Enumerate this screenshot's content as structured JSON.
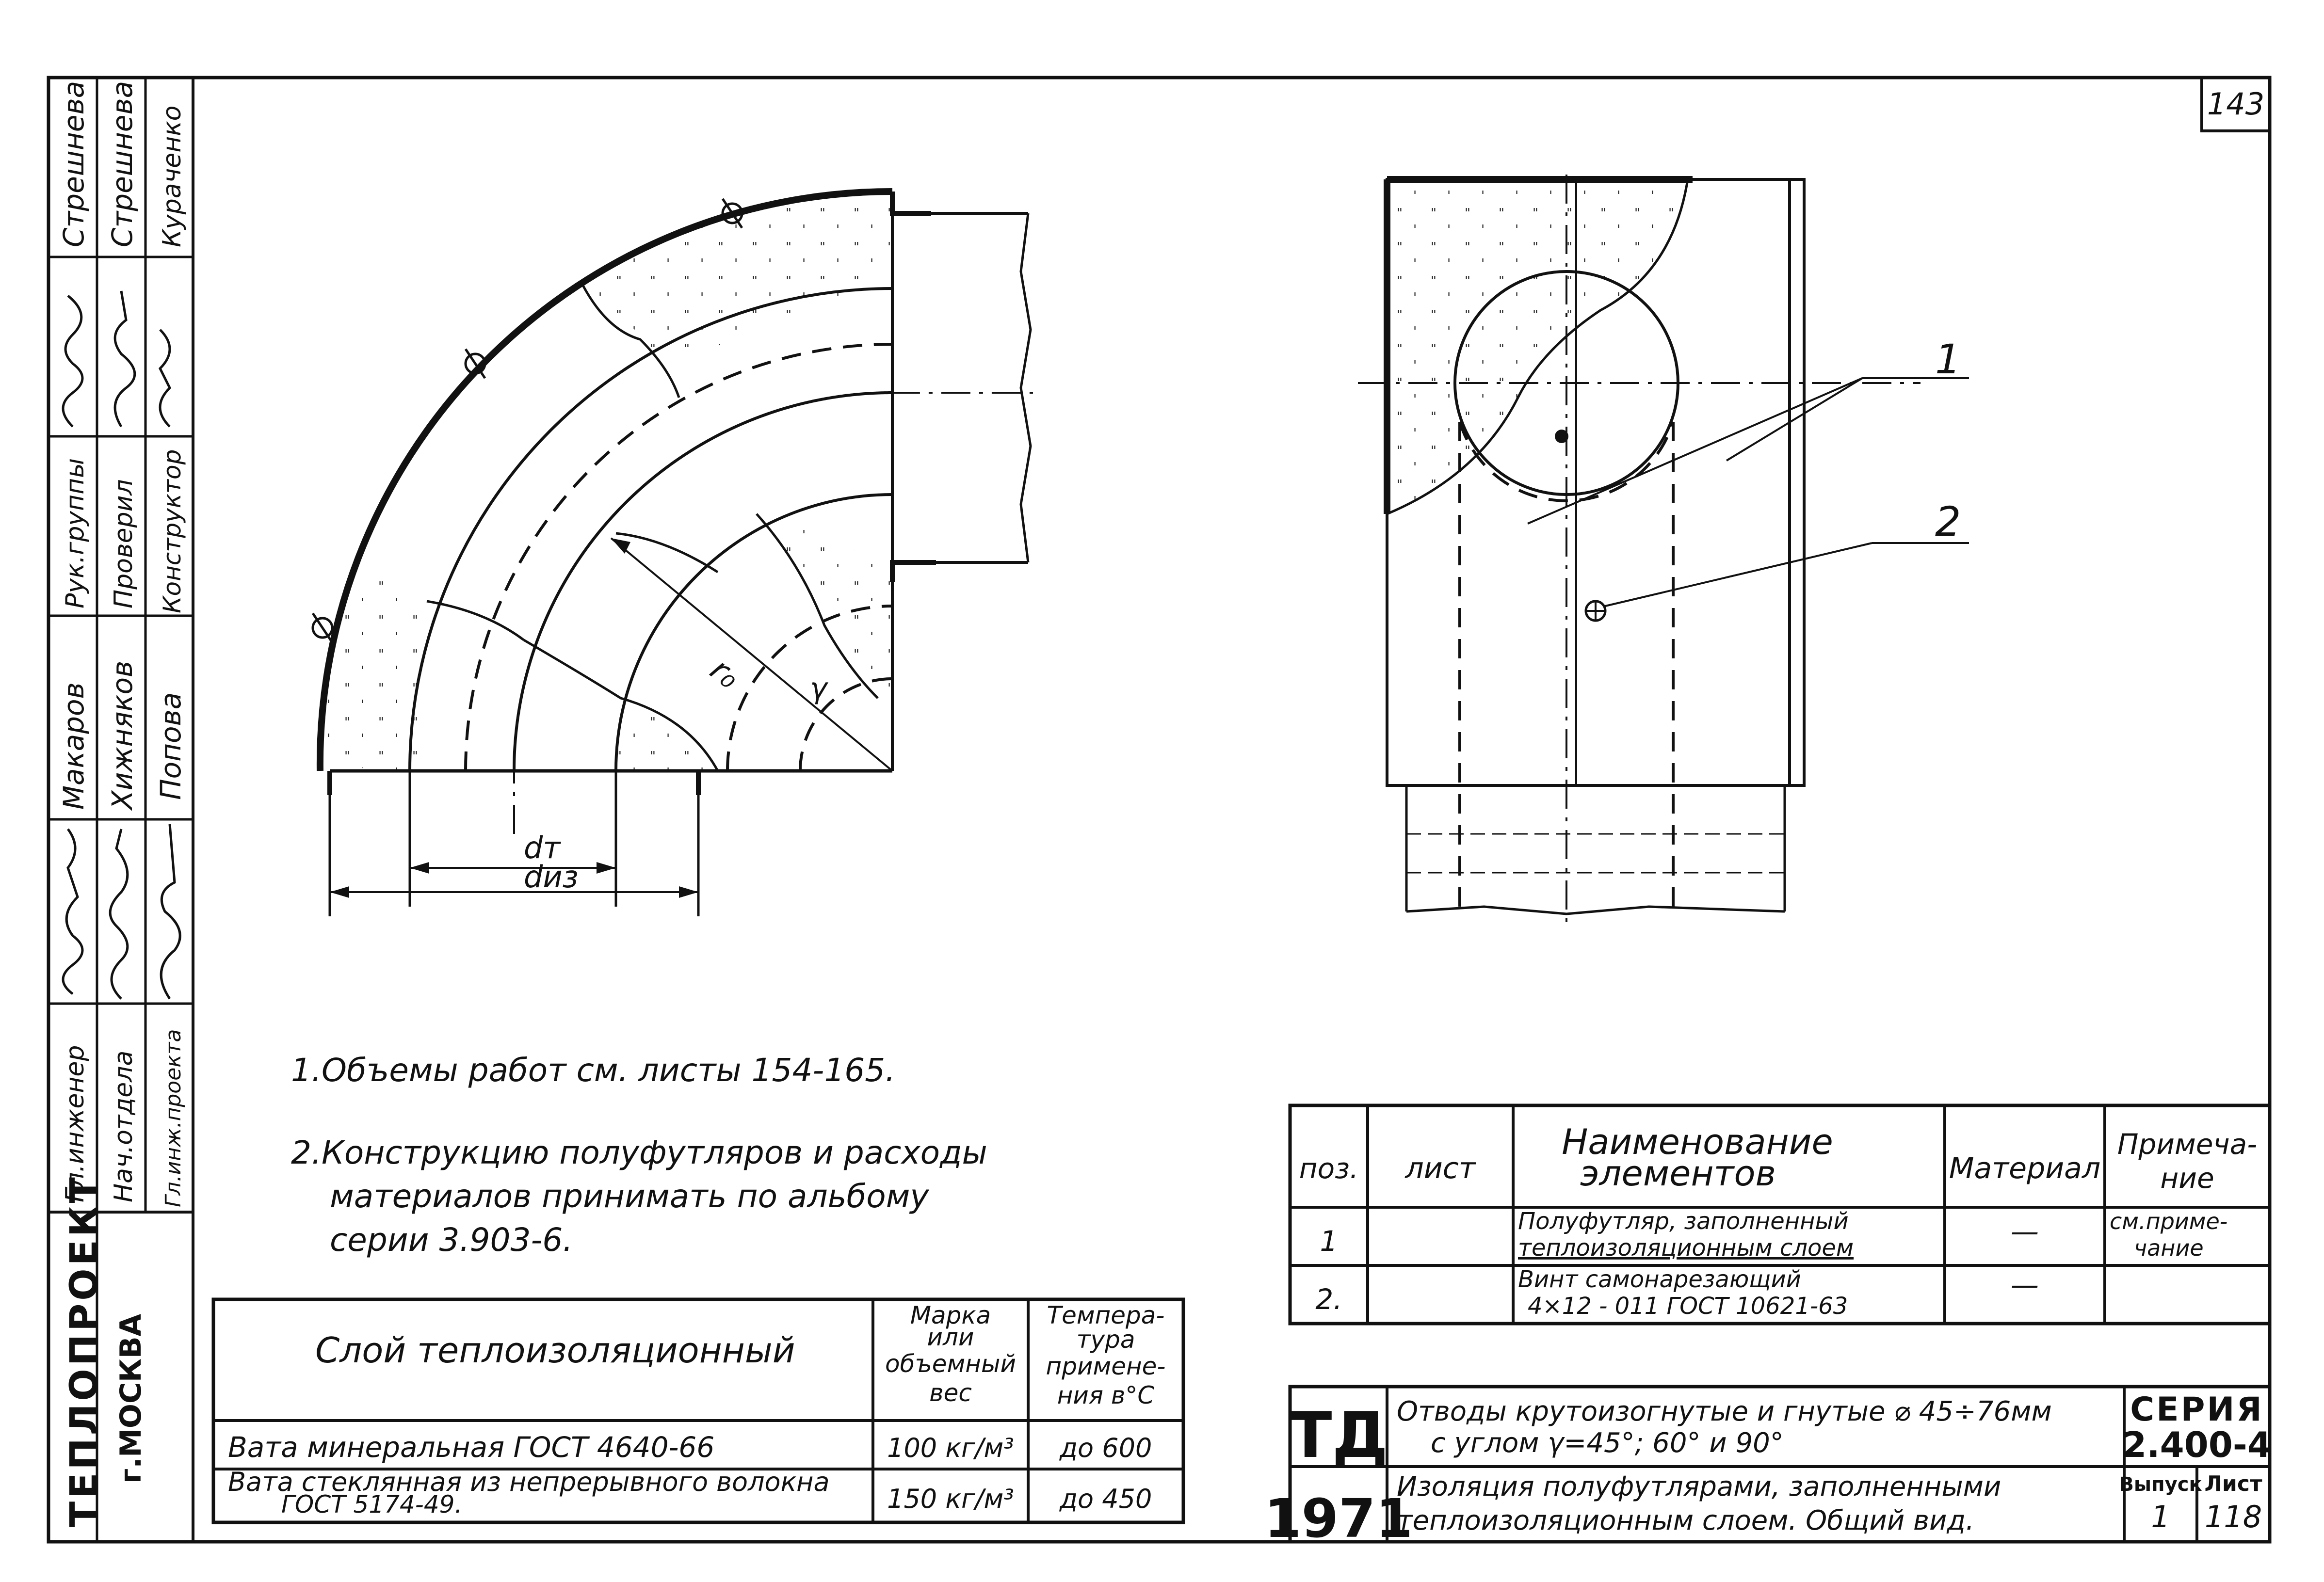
{
  "sheet": {
    "page_number": "143",
    "notes": [
      "1.Объемы работ  см.  листы 154-165.",
      "2.Конструкцию  полуфутляров  и расходы",
      "материалов  принимать  по  альбому",
      "серии  3.903-6."
    ]
  },
  "drawing": {
    "label_dt": "dт",
    "label_diz": "dиз",
    "label_r0": "r₀",
    "label_gamma": "γ",
    "callout_1": "1",
    "callout_2": "2"
  },
  "stamp_left": {
    "org_name": "ТЕПЛОПРОЕКТ",
    "city": "г.МОСКВА",
    "roles": [
      "Гл.инженер",
      "Нач.отдела",
      "Гл.инж.проекта",
      "Рук.группы",
      "Проверил",
      "Конструктор"
    ],
    "names": [
      "Макаров",
      "Хижняков",
      "Попова",
      "Стрешнева",
      "Стрешнева",
      "Кураченко"
    ]
  },
  "material_table": {
    "headers": [
      "Слой  теплоизоляционный",
      "Марка или объемный вес",
      "Темпера-тура примене-ния в°С"
    ],
    "header_marka": [
      "Марка",
      "или",
      "объемный",
      "вес"
    ],
    "header_temp": [
      "Темпера-",
      "тура",
      "примене-",
      "ния в°С"
    ],
    "rows": [
      {
        "layer": "Вата  минеральная   ГОСТ 4640-66",
        "weight": "100 кг/м³",
        "temp": "до 600"
      },
      {
        "layer": "Вата стеклянная из непрерывного волокна",
        "layer2": "ГОСТ 5174-49.",
        "weight": "150 кг/м³",
        "temp": "до 450"
      }
    ]
  },
  "spec_table": {
    "headers": {
      "pos": "поз.",
      "sheet": "лист",
      "name_line1": "Наименование",
      "name_line2": "элементов",
      "material": "Материал",
      "note_line1": "Примеча-",
      "note_line2": "ние"
    },
    "rows": [
      {
        "pos": "1",
        "name1": "Полуфутляр, заполненный",
        "name2": "теплоизоляционным слоем",
        "material": "—",
        "note1": "см.приме-",
        "note2": "чание"
      },
      {
        "pos": "2.",
        "name1": "Винт самонарезающий",
        "name2": "4×12 - 011    ГОСТ 10621-63",
        "material": "—",
        "note1": "",
        "note2": ""
      }
    ]
  },
  "title_block": {
    "code": "ТД",
    "year": "1971",
    "title_line1": "Отводы  крутоизогнутые  и гнутые ⌀ 45÷76мм",
    "title_line2": "с углом γ=45°; 60° и 90°",
    "subtitle_line1": "Изоляция  полуфутлярами, заполненными",
    "subtitle_line2": "теплоизоляционным  слоем.      Общий  вид.",
    "series_label": "СЕРИЯ",
    "series_value": "2.400-4",
    "issue_label": "Выпуск",
    "issue_value": "1",
    "sheet_label": "Лист",
    "sheet_value": "118"
  }
}
